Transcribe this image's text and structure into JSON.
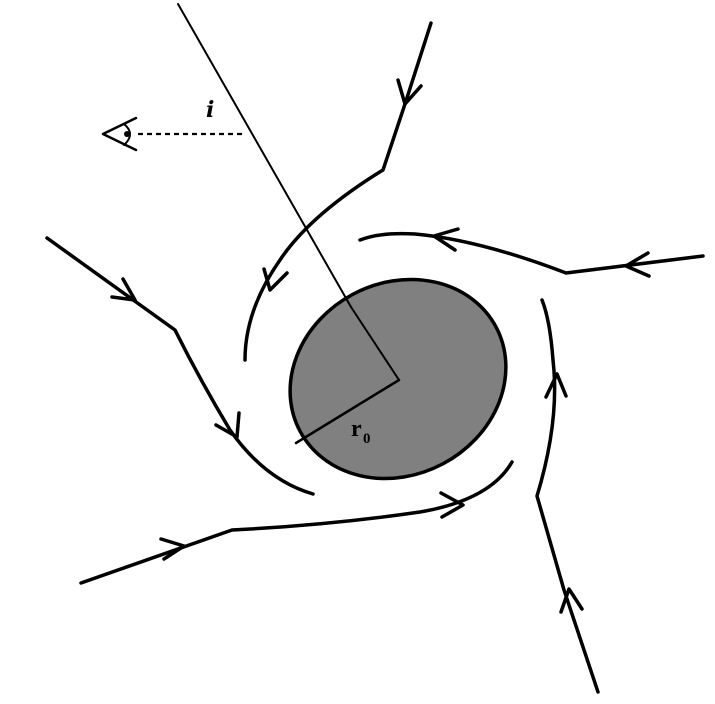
{
  "labels": {
    "inclination": "i",
    "radius_main": "r",
    "radius_sub": "0"
  },
  "colors": {
    "body_fill": "#808080",
    "stroke": "#000000",
    "background": "#ffffff"
  },
  "icons": {
    "observer": "eye-icon"
  }
}
